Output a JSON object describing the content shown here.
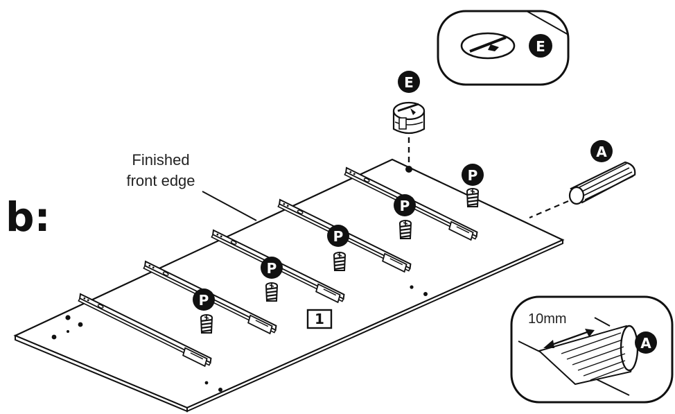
{
  "step": {
    "label": "b:"
  },
  "annotation": {
    "line1": "Finished",
    "line2": "front edge"
  },
  "panel_number": "1",
  "parts": {
    "cam": "E",
    "dowel": "A",
    "insert": "P"
  },
  "callouts": {
    "top": {
      "part": "E"
    },
    "bottom": {
      "part": "A",
      "measure": "10mm"
    }
  },
  "colors": {
    "ink": "#111111",
    "paper": "#ffffff"
  }
}
